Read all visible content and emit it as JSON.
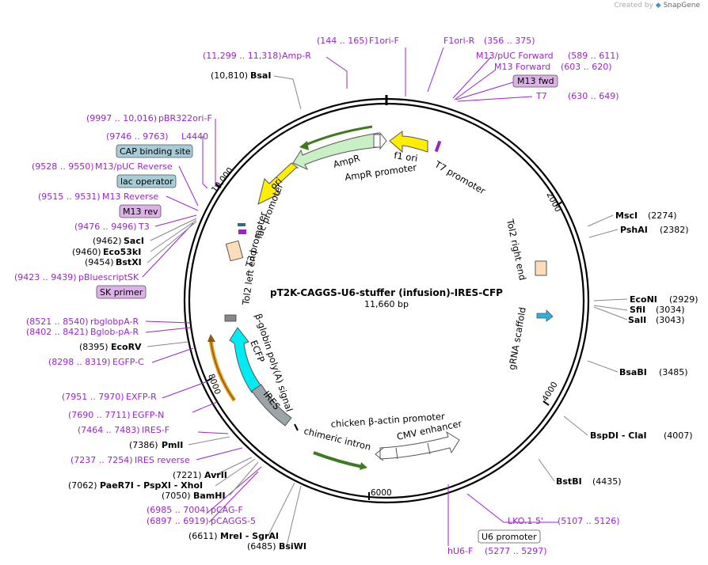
{
  "credit": {
    "prefix": "Created by",
    "brand": "SnapGene"
  },
  "plasmid": {
    "name": "pT2K-CAGGS-U6-stuffer (infusion)-IRES-CFP",
    "length": "11,660 bp"
  },
  "ticks": [
    "2000",
    "4000",
    "6000",
    "8000",
    "10,000"
  ],
  "colors": {
    "purple": "#9b24c8",
    "black_line": "#000000",
    "cap_box": "#a8ccd6",
    "primer_box": "#dcb1e8"
  },
  "left_labels": [
    {
      "range": "(11,299 .. 11,318)",
      "name": "Amp-R",
      "kind": "primer"
    },
    {
      "range": "(10,810)",
      "name": "BsaI",
      "kind": "enzyme"
    },
    {
      "range": "(9997 .. 10,016)",
      "name": "pBR322ori-F",
      "kind": "primer"
    },
    {
      "range": "(9746 .. 9763)",
      "name": "L4440",
      "kind": "primer"
    },
    {
      "name": "CAP binding site",
      "kind": "box-cyan"
    },
    {
      "range": "(9528 .. 9550)",
      "name": "M13/pUC Reverse",
      "kind": "primer"
    },
    {
      "name": "lac operator",
      "kind": "box-cyan"
    },
    {
      "range": "(9515 .. 9531)",
      "name": "M13 Reverse",
      "kind": "primer"
    },
    {
      "name": "M13 rev",
      "kind": "box-purple"
    },
    {
      "range": "(9476 .. 9496)",
      "name": "T3",
      "kind": "primer"
    },
    {
      "range": "(9462)",
      "name": "SacI",
      "kind": "enzyme"
    },
    {
      "range": "(9460)",
      "name": "Eco53kI",
      "kind": "enzyme"
    },
    {
      "range": "(9454)",
      "name": "BstXI",
      "kind": "enzyme"
    },
    {
      "range": "(9423 .. 9439)",
      "name": "pBluescriptSK",
      "kind": "primer"
    },
    {
      "name": "SK primer",
      "kind": "box-purple"
    },
    {
      "range": "(8521 .. 8540)",
      "name": "rbglobpA-R",
      "kind": "primer"
    },
    {
      "range": "(8402 .. 8421)",
      "name": "Bglob-pA-R",
      "kind": "primer"
    },
    {
      "range": "(8395)",
      "name": "EcoRV",
      "kind": "enzyme"
    },
    {
      "range": "(8298 .. 8319)",
      "name": "EGFP-C",
      "kind": "primer"
    },
    {
      "range": "(7951 .. 7970)",
      "name": "EXFP-R",
      "kind": "primer"
    },
    {
      "range": "(7690 .. 7711)",
      "name": "EGFP-N",
      "kind": "primer"
    },
    {
      "range": "(7464 .. 7483)",
      "name": "IRES-F",
      "kind": "primer"
    },
    {
      "range": "(7386)",
      "name": "PmlI",
      "kind": "enzyme"
    },
    {
      "range": "(7237 .. 7254)",
      "name": "IRES reverse",
      "kind": "primer"
    },
    {
      "range": "(7221)",
      "name": "AvrII",
      "kind": "enzyme"
    },
    {
      "range": "(7062)",
      "name": "PaeR7I - PspXI - XhoI",
      "kind": "enzyme"
    },
    {
      "range": "(7050)",
      "name": "BamHI",
      "kind": "enzyme"
    },
    {
      "range": "(6985 .. 7004)",
      "name": "pCAG-F",
      "kind": "primer"
    },
    {
      "range": "(6897 .. 6919)",
      "name": "pCAGGS-5",
      "kind": "primer"
    },
    {
      "range": "(6611)",
      "name": "MreI - SgrAI",
      "kind": "enzyme"
    },
    {
      "range": "(6485)",
      "name": "BsiWI",
      "kind": "enzyme"
    }
  ],
  "top_labels": [
    {
      "range": "(144 .. 165)",
      "name": "F1ori-F"
    },
    {
      "name": "F1ori-R",
      "range": "(356 .. 375)"
    },
    {
      "name": "M13/pUC Forward",
      "range": "(589 .. 611)"
    },
    {
      "name": "M13 Forward",
      "range": "(603 .. 620)"
    },
    {
      "name": "M13 fwd"
    },
    {
      "name": "T7",
      "range": "(630 .. 649)"
    }
  ],
  "right_labels": [
    {
      "name": "MscI",
      "range": "(2274)"
    },
    {
      "name": "PshAI",
      "range": "(2382)"
    },
    {
      "name": "EcoNI",
      "range": "(2929)"
    },
    {
      "name": "SfiI",
      "range": "(3034)"
    },
    {
      "name": "SalI",
      "range": "(3043)"
    },
    {
      "name": "BsaBI",
      "range": "(3485)"
    },
    {
      "name": "BspDI - ClaI",
      "range": "(4007)"
    },
    {
      "name": "BstBI",
      "range": "(4435)"
    },
    {
      "name": "LKO.1 5'",
      "range": "(5107 .. 5126)"
    },
    {
      "name": "U6 promoter"
    },
    {
      "name": "hU6-F",
      "range": "(5277 .. 5297)"
    }
  ],
  "features": {
    "amp_promoter": "AmpR promoter",
    "ampr": "AmpR",
    "f1_ori": "f1 ori",
    "t7_promoter": "T7 promoter",
    "ori": "ori",
    "lac_promoter": "lac promoter",
    "t3_promoter": "T3 promoter",
    "tol2_left": "Tol2 left end",
    "tol2_right": "Tol2 right end",
    "grna": "gRNA scaffold",
    "bglobin": "β-globin poly(A) signal",
    "ecfp": "ECFP",
    "ires": "IRES",
    "chicken": "chicken β-actin promoter",
    "cmv": "CMV enhancer",
    "chimeric": "chimeric intron"
  }
}
